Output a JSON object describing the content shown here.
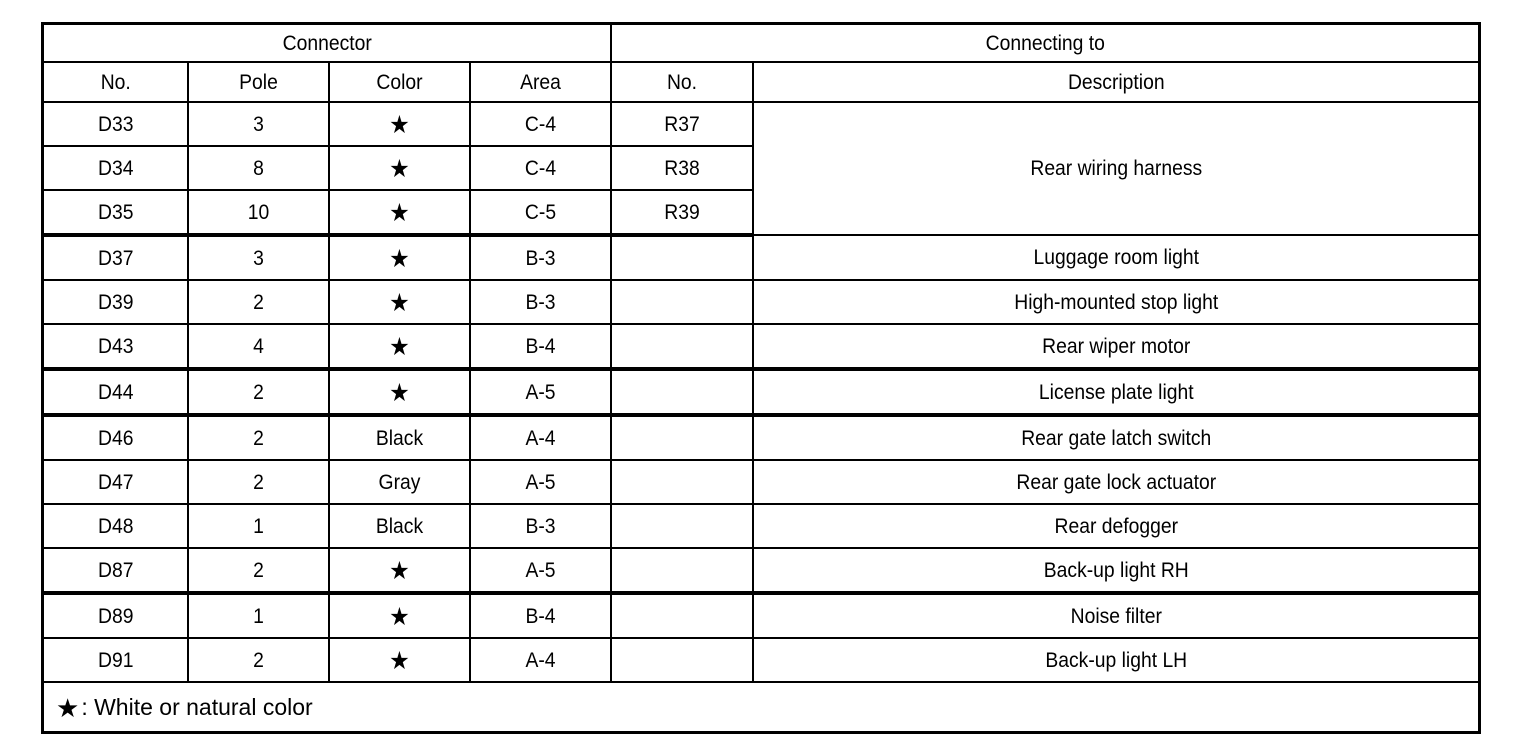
{
  "table": {
    "group_headers": [
      {
        "label": "Connector",
        "span": 4
      },
      {
        "label": "Connecting to",
        "span": 2
      }
    ],
    "column_headers": [
      "No.",
      "Pole",
      "Color",
      "Area",
      "No.",
      "Description"
    ],
    "star_symbol": "★",
    "rows": [
      {
        "no": "D33",
        "pole": "3",
        "color": "★",
        "area": "C-4",
        "to_no": "R37",
        "desc": "Rear wiring harness",
        "desc_rowspan": 3,
        "sep_below": false
      },
      {
        "no": "D34",
        "pole": "8",
        "color": "★",
        "area": "C-4",
        "to_no": "R38",
        "desc": "",
        "sep_below": false
      },
      {
        "no": "D35",
        "pole": "10",
        "color": "★",
        "area": "C-5",
        "to_no": "R39",
        "desc": "",
        "sep_below": true
      },
      {
        "no": "D37",
        "pole": "3",
        "color": "★",
        "area": "B-3",
        "to_no": "",
        "desc": "Luggage room light",
        "desc_rowspan": 1,
        "sep_below": false
      },
      {
        "no": "D39",
        "pole": "2",
        "color": "★",
        "area": "B-3",
        "to_no": "",
        "desc": "High-mounted stop light",
        "desc_rowspan": 1,
        "sep_below": false
      },
      {
        "no": "D43",
        "pole": "4",
        "color": "★",
        "area": "B-4",
        "to_no": "",
        "desc": "Rear wiper motor",
        "desc_rowspan": 1,
        "sep_below": true
      },
      {
        "no": "D44",
        "pole": "2",
        "color": "★",
        "area": "A-5",
        "to_no": "",
        "desc": "License plate light",
        "desc_rowspan": 1,
        "sep_below": true
      },
      {
        "no": "D46",
        "pole": "2",
        "color": "Black",
        "area": "A-4",
        "to_no": "",
        "desc": "Rear gate latch switch",
        "desc_rowspan": 1,
        "sep_below": false
      },
      {
        "no": "D47",
        "pole": "2",
        "color": "Gray",
        "area": "A-5",
        "to_no": "",
        "desc": "Rear gate lock actuator",
        "desc_rowspan": 1,
        "sep_below": false
      },
      {
        "no": "D48",
        "pole": "1",
        "color": "Black",
        "area": "B-3",
        "to_no": "",
        "desc": "Rear defogger",
        "desc_rowspan": 1,
        "sep_below": false
      },
      {
        "no": "D87",
        "pole": "2",
        "color": "★",
        "area": "A-5",
        "to_no": "",
        "desc": "Back-up light RH",
        "desc_rowspan": 1,
        "sep_below": true
      },
      {
        "no": "D89",
        "pole": "1",
        "color": "★",
        "area": "B-4",
        "to_no": "",
        "desc": "Noise filter",
        "desc_rowspan": 1,
        "sep_below": false
      },
      {
        "no": "D91",
        "pole": "2",
        "color": "★",
        "area": "A-4",
        "to_no": "",
        "desc": "Back-up light LH",
        "desc_rowspan": 1,
        "sep_below": false
      }
    ],
    "footnote": {
      "symbol": "★",
      "text": ": White or natural color"
    }
  },
  "colors": {
    "rule": "#000000",
    "text": "#000000",
    "background": "#ffffff"
  }
}
